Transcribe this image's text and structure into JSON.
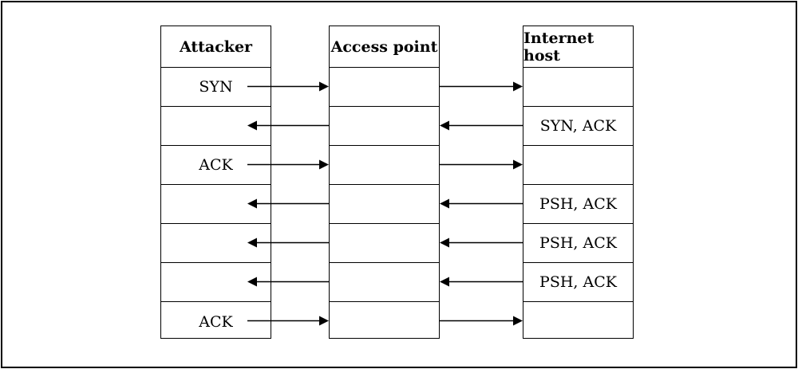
{
  "columns": {
    "attacker": {
      "header": "Attacker",
      "cells": [
        "SYN",
        "",
        "ACK",
        "",
        "",
        "",
        "ACK"
      ]
    },
    "access_point": {
      "header": "Access point",
      "cells": [
        "",
        "",
        "",
        "",
        "",
        "",
        ""
      ]
    },
    "internet_host": {
      "header": "Internet host",
      "cells": [
        "",
        "SYN, ACK",
        "",
        "PSH, ACK",
        "PSH, ACK",
        "PSH, ACK",
        ""
      ]
    }
  },
  "messages": [
    {
      "direction": "right"
    },
    {
      "direction": "left"
    },
    {
      "direction": "right"
    },
    {
      "direction": "left"
    },
    {
      "direction": "left"
    },
    {
      "direction": "left"
    },
    {
      "direction": "right"
    }
  ],
  "colors": {
    "line": "#000000",
    "background": "#ffffff"
  }
}
